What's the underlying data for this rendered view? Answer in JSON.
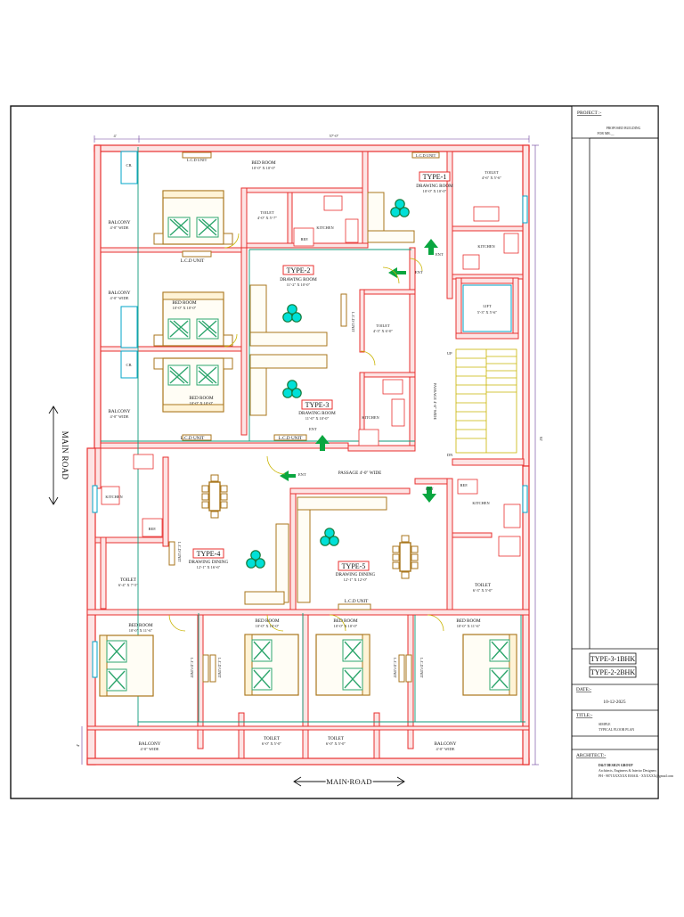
{
  "title_block": {
    "project_label": "PROJECT :-",
    "project_line1": "PROPOSED BUILDING",
    "project_line2": "FOR  MR.__",
    "key_1": "TYPE-3-1BHK",
    "key_2": "TYPE-2-2BHK",
    "date_label": "DATE:-",
    "date_value": "10-12-2025",
    "title_label": "TITLE:-",
    "title_line1": "SIMPLE",
    "title_line2": "TYPICAL FLOOR PLAN",
    "architect_label": "ARCHITECT:-",
    "architect_line1": "D&T DESIGN GROUP",
    "architect_line2": "Architects, Engineers & Interior Designers",
    "architect_line3": "PH - 9871XXXXXX EMAIL - XXXXXX@gmail.com"
  },
  "dimensions": {
    "top_left": "4'",
    "top_overall": "57'-0\"",
    "right_overall": "92'",
    "bottom_left": "4'"
  },
  "roads": {
    "side": "MAIN ROAD",
    "bottom": "MAIN ROAD"
  },
  "types": {
    "t1": "TYPE-1",
    "t2": "TYPE-2",
    "t3": "TYPE-3",
    "t4": "TYPE-4",
    "t5": "TYPE-5"
  },
  "rooms": {
    "bed_top": "BED ROOM",
    "bed_top_dim": "10'-0\" X 10'-0\"",
    "drawing_t1": "DRAWING ROOM",
    "drawing_t1_dim": "10'-0\" X 10'-0\"",
    "toilet_t1": "TOILET",
    "toilet_t1_dim": "4'-6\" X 5'-6\"",
    "balcony_1": "BALCONY",
    "balcony_1_dim": "4'-0\" WIDE",
    "toilet_top_mid": "TOILET",
    "toilet_top_mid_dim": "4'-0\" X 5'-7\"",
    "kitchen_top_mid": "KITCHEN",
    "drawing_t2": "DRAWING ROOM",
    "drawing_t2_dim": "11'-2\" X 10'-0\"",
    "lcd_1": "L.C.D UNIT",
    "lcd_2": "L.C.D UNIT",
    "lcd_3": "L.C.D UNIT",
    "lcd_4": "L.C.D UNIT",
    "balcony_2": "BALCONY",
    "balcony_2_dim": "4'-0\" WIDE",
    "bed_t2": "BED ROOM",
    "bed_t2_dim": "10'-0\" X 10'-0\"",
    "toilet_t2": "TOILET",
    "toilet_t2_dim": "4'-3\" X 6'-0\"",
    "lift": "LIFT",
    "lift_dim": "5'-3\" X 5'-6\"",
    "up": "UP",
    "dn": "DN",
    "passage_v": "PASSAGE 4'-0\" WIDE",
    "bed_t3": "BED ROOM",
    "bed_t3_dim": "10'-0\" X 10'-0\"",
    "balcony_3": "BALCONY",
    "balcony_3_dim": "4'-0\" WIDE",
    "drawing_t3": "DRAWING ROOM",
    "drawing_t3_dim": "11'-0\" X 10'-0\"",
    "passage_h": "PASSAGE 4'-0\" WIDE",
    "ent": "ENT",
    "ref": "REF.",
    "cb": "CB.",
    "kitchen": "KITCHEN",
    "drawing_t4": "DRAWING DINING",
    "drawing_t4_dim": "12'-1\" X 16'-6\"",
    "toilet_t4": "TOILET",
    "toilet_t4_dim": "6'-4\" X 7'-5\"",
    "drawing_t5": "DRAWING DINING",
    "drawing_t5_dim": "12'-1\" X 12'-0\"",
    "toilet_t5": "TOILET",
    "toilet_t5_dim": "6'-3\" X 5'-0\"",
    "bed_b1": "BED ROOM",
    "bed_b1_dim": "10'-0\" X 11'-6\"",
    "bed_b2": "BED ROOM",
    "bed_b2_dim": "10'-0\" X 10'-0\"",
    "bed_b3": "BED ROOM",
    "bed_b3_dim": "10'-0\" X 10'-0\"",
    "bed_b4": "BED ROOM",
    "bed_b4_dim": "10'-0\" X 11'-6\"",
    "balcony_b1": "BALCONY",
    "balcony_b1_dim": "4'-0\" WIDE",
    "toilet_b1": "TOILET",
    "toilet_b1_dim": "6'-0\" X 5'-0\"",
    "toilet_b2": "TOILET",
    "toilet_b2_dim": "6'-0\" X 5'-0\"",
    "balcony_b2": "BALCONY",
    "balcony_b2_dim": "4'-0\" WIDE"
  },
  "colors": {
    "wall": "#e8302f",
    "wall_fill": "#fbeaea",
    "furniture": "#a9761c",
    "bed_linen": "#2ea66d",
    "plant_fill": "#00e0d8",
    "plant_stroke": "#157a3a",
    "column_grid": "#0f9a7a",
    "window": "#00a6c8",
    "arrow": "#0aa640",
    "door": "#e3c300"
  }
}
